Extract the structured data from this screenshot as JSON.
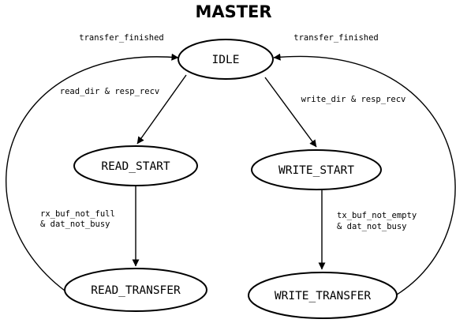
{
  "diagram": {
    "title": "MASTER",
    "states": {
      "idle": "IDLE",
      "read_start": "READ_START",
      "write_start": "WRITE_START",
      "read_transfer": "READ_TRANSFER",
      "write_transfer": "WRITE_TRANSFER"
    },
    "transitions": {
      "read_done": "transfer_finished",
      "write_done": "transfer_finished",
      "to_read_start": "read_dir & resp_recv",
      "to_write_start": "write_dir & resp_recv",
      "to_read_transfer_line1": "rx_buf_not_full",
      "to_read_transfer_line2": "& dat_not_busy",
      "to_write_transfer_line1": "tx_buf_not_empty",
      "to_write_transfer_line2": "& dat_not_busy"
    },
    "edges": [
      {
        "from": "IDLE",
        "to": "READ_START",
        "label": "read_dir & resp_recv"
      },
      {
        "from": "IDLE",
        "to": "WRITE_START",
        "label": "write_dir & resp_recv"
      },
      {
        "from": "READ_START",
        "to": "READ_TRANSFER",
        "label": "rx_buf_not_full & dat_not_busy"
      },
      {
        "from": "WRITE_START",
        "to": "WRITE_TRANSFER",
        "label": "tx_buf_not_empty & dat_not_busy"
      },
      {
        "from": "READ_TRANSFER",
        "to": "IDLE",
        "label": "transfer_finished"
      },
      {
        "from": "WRITE_TRANSFER",
        "to": "IDLE",
        "label": "transfer_finished"
      }
    ]
  }
}
